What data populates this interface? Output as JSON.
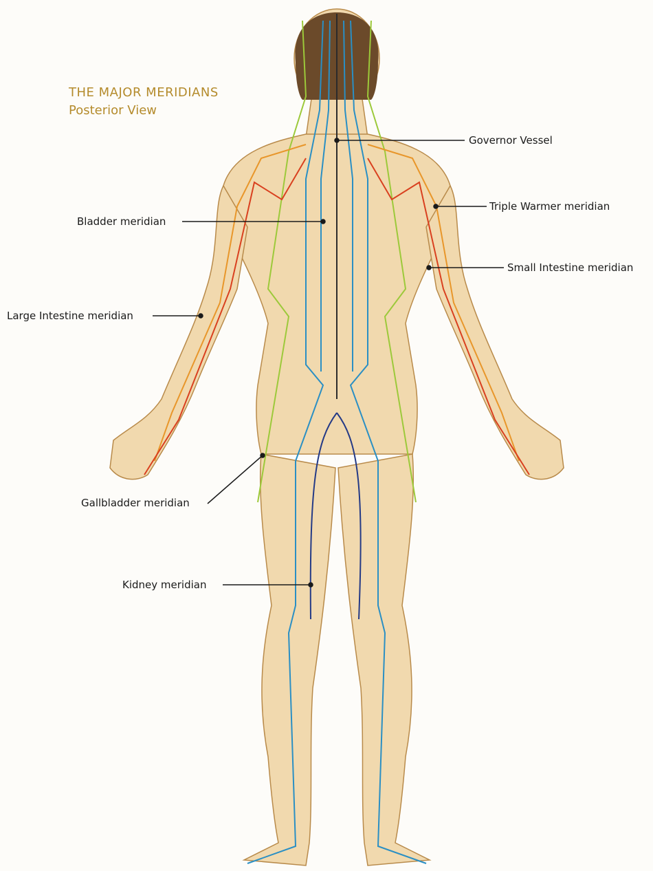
{
  "title": "THE MAJOR MERIDIANS",
  "subtitle": "Posterior View",
  "labels": {
    "governor_vessel": "Governor Vessel",
    "triple_warmer": "Triple Warmer meridian",
    "bladder": "Bladder meridian",
    "small_intestine": "Small Intestine meridian",
    "large_intestine": "Large Intestine meridian",
    "gallbladder": "Gallbladder meridian",
    "kidney": "Kidney meridian"
  },
  "colors": {
    "title": "#b48b2c",
    "skin": "#f1d9ae",
    "skin_outline": "#b88a4a",
    "hair": "#6b4a2a",
    "bladder": "#2a8fc4",
    "governor": "#2b2b2b",
    "gallbladder": "#9cc93a",
    "triple_warmer": "#e8962a",
    "small_intestine": "#d9401f",
    "large_intestine": "#e35a1e",
    "kidney": "#243a86"
  }
}
